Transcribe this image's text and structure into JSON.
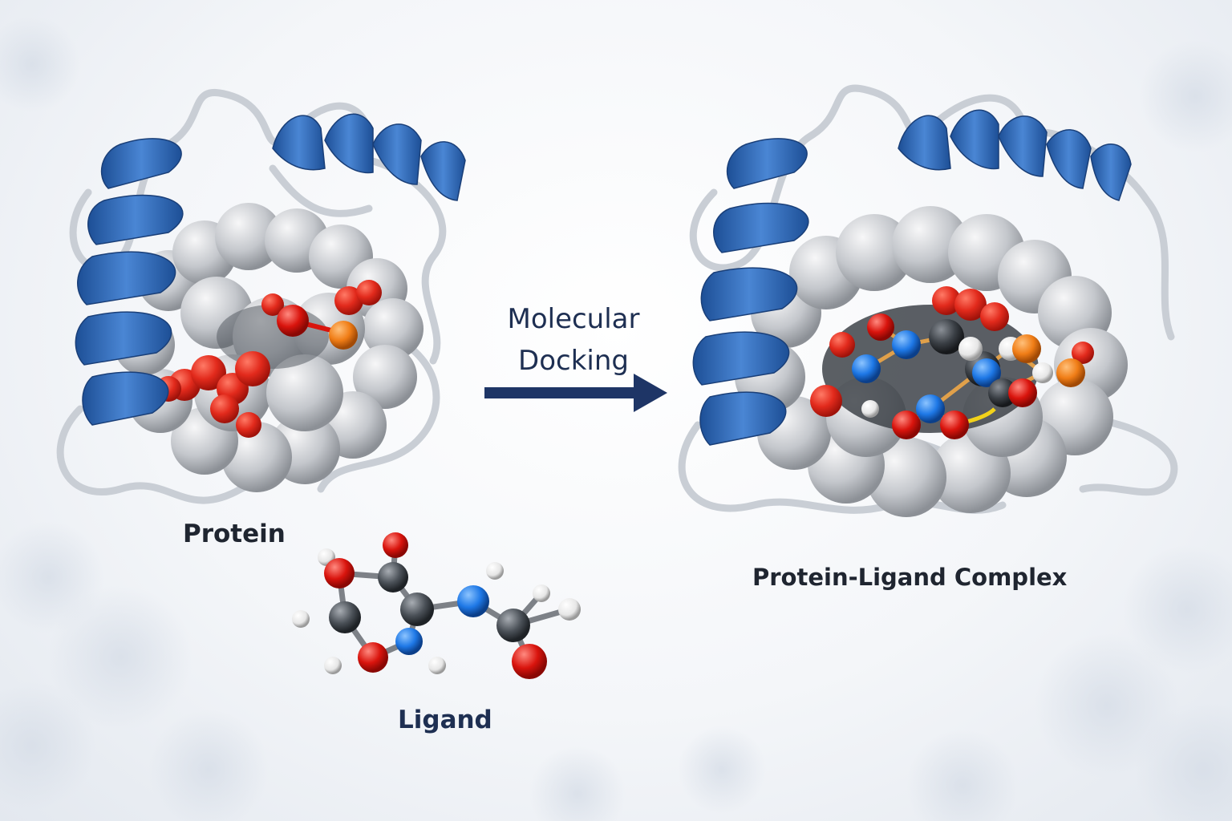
{
  "labels": {
    "protein": "Protein",
    "ligand": "Ligand",
    "complex": "Protein-Ligand Complex",
    "process_line1": "Molecular",
    "process_line2": "Docking"
  },
  "colors": {
    "helix": "#2f66b3",
    "coil": "#c9ced5",
    "surface": "#c4c7cc",
    "pocket_red": "#e22a1c",
    "oxygen": "#d9140d",
    "nitrogen": "#1e78e6",
    "carbon": "#4b5158",
    "hydrogen": "#f2f2f2",
    "phosphorus": "#f07d16",
    "arrow": "#1e3566"
  },
  "icons": {
    "protein": "protein-ribbon-surface-icon",
    "ligand": "ball-and-stick-molecule-icon",
    "complex": "docked-complex-icon",
    "arrow": "right-arrow-icon"
  }
}
